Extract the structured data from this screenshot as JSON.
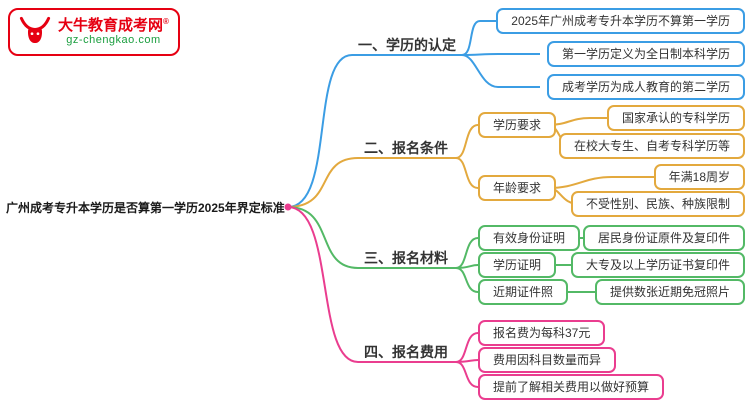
{
  "site": {
    "logo_text": "大牛教育成考网",
    "logo_reg": "®",
    "logo_url": "gz-chengkao.com"
  },
  "root": {
    "title": "广州成考专升本学历是否算第一学历2025年界定标准"
  },
  "palette": {
    "branch1_blue": "#3b9de4",
    "branch2_yellow": "#e3a93e",
    "branch3_green": "#53b966",
    "branch4_pink": "#ea3d8f",
    "logo_red": "#e60012",
    "logo_url_green": "#1a9e3f"
  },
  "branches": [
    {
      "label": "一、学历的认定",
      "children": [
        {
          "text": "2025年广州成考专升本学历不算第一学历"
        },
        {
          "text": "第一学历定义为全日制本科学历"
        },
        {
          "text": "成考学历为成人教育的第二学历"
        }
      ]
    },
    {
      "label": "二、报名条件",
      "children": [
        {
          "text": "学历要求",
          "children": [
            {
              "text": "国家承认的专科学历"
            },
            {
              "text": "在校大专生、自考专科学历等"
            }
          ]
        },
        {
          "text": "年龄要求",
          "children": [
            {
              "text": "年满18周岁"
            },
            {
              "text": "不受性别、民族、种族限制"
            }
          ]
        }
      ]
    },
    {
      "label": "三、报名材料",
      "children": [
        {
          "text": "有效身份证明",
          "children": [
            {
              "text": "居民身份证原件及复印件"
            }
          ]
        },
        {
          "text": "学历证明",
          "children": [
            {
              "text": "大专及以上学历证书复印件"
            }
          ]
        },
        {
          "text": "近期证件照",
          "children": [
            {
              "text": "提供数张近期免冠照片"
            }
          ]
        }
      ]
    },
    {
      "label": "四、报名费用",
      "children": [
        {
          "text": "报名费为每科37元"
        },
        {
          "text": "费用因科目数量而异"
        },
        {
          "text": "提前了解相关费用以做好预算"
        }
      ]
    }
  ]
}
